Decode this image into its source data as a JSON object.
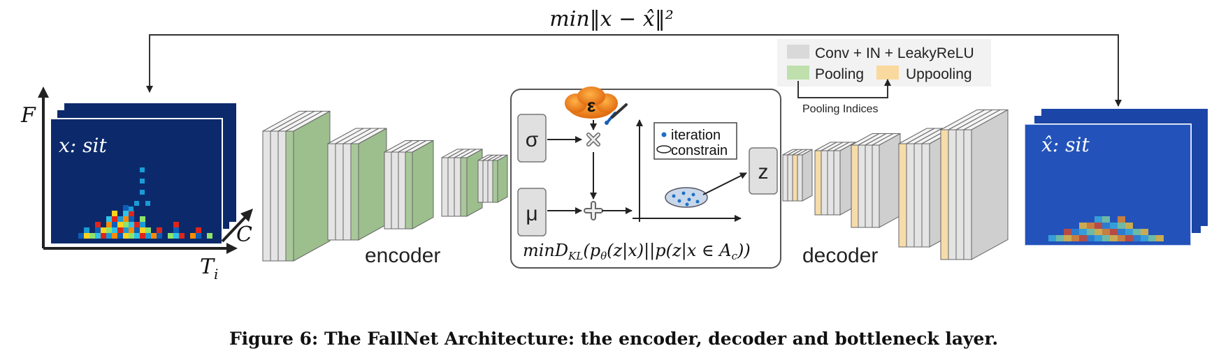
{
  "loss_formula": "min‖x  − x̂‖²",
  "input": {
    "label": "x: sit",
    "axis_f": "F",
    "axis_t": "T",
    "axis_t_sub": "i",
    "axis_c": "C"
  },
  "output": {
    "label": "x̂: sit"
  },
  "encoder_label": "encoder",
  "decoder_label": "decoder",
  "legend": {
    "conv": "Conv + IN + LeakyReLU",
    "pooling": "Pooling",
    "uppooling": "Uppooling",
    "pooling_indices": "Pooling Indices"
  },
  "bottleneck": {
    "sigma": "σ",
    "mu": "μ",
    "epsilon": "ε",
    "z": "z",
    "legend_iteration": "iteration",
    "legend_constrain": "constrain",
    "kl_formula": "minD_KL(p_θ(z|x)||p(z|x ∈ A_c))"
  },
  "caption": "Figure 6: The FallNet Architecture: the encoder, decoder and bottleneck layer.",
  "colors": {
    "conv": "#d9d9d9",
    "pooling": "#a9c89a",
    "uppooling": "#f6dcaa",
    "heatmap_bg": "#0c2a6b",
    "epsilon": "#f08a24"
  }
}
